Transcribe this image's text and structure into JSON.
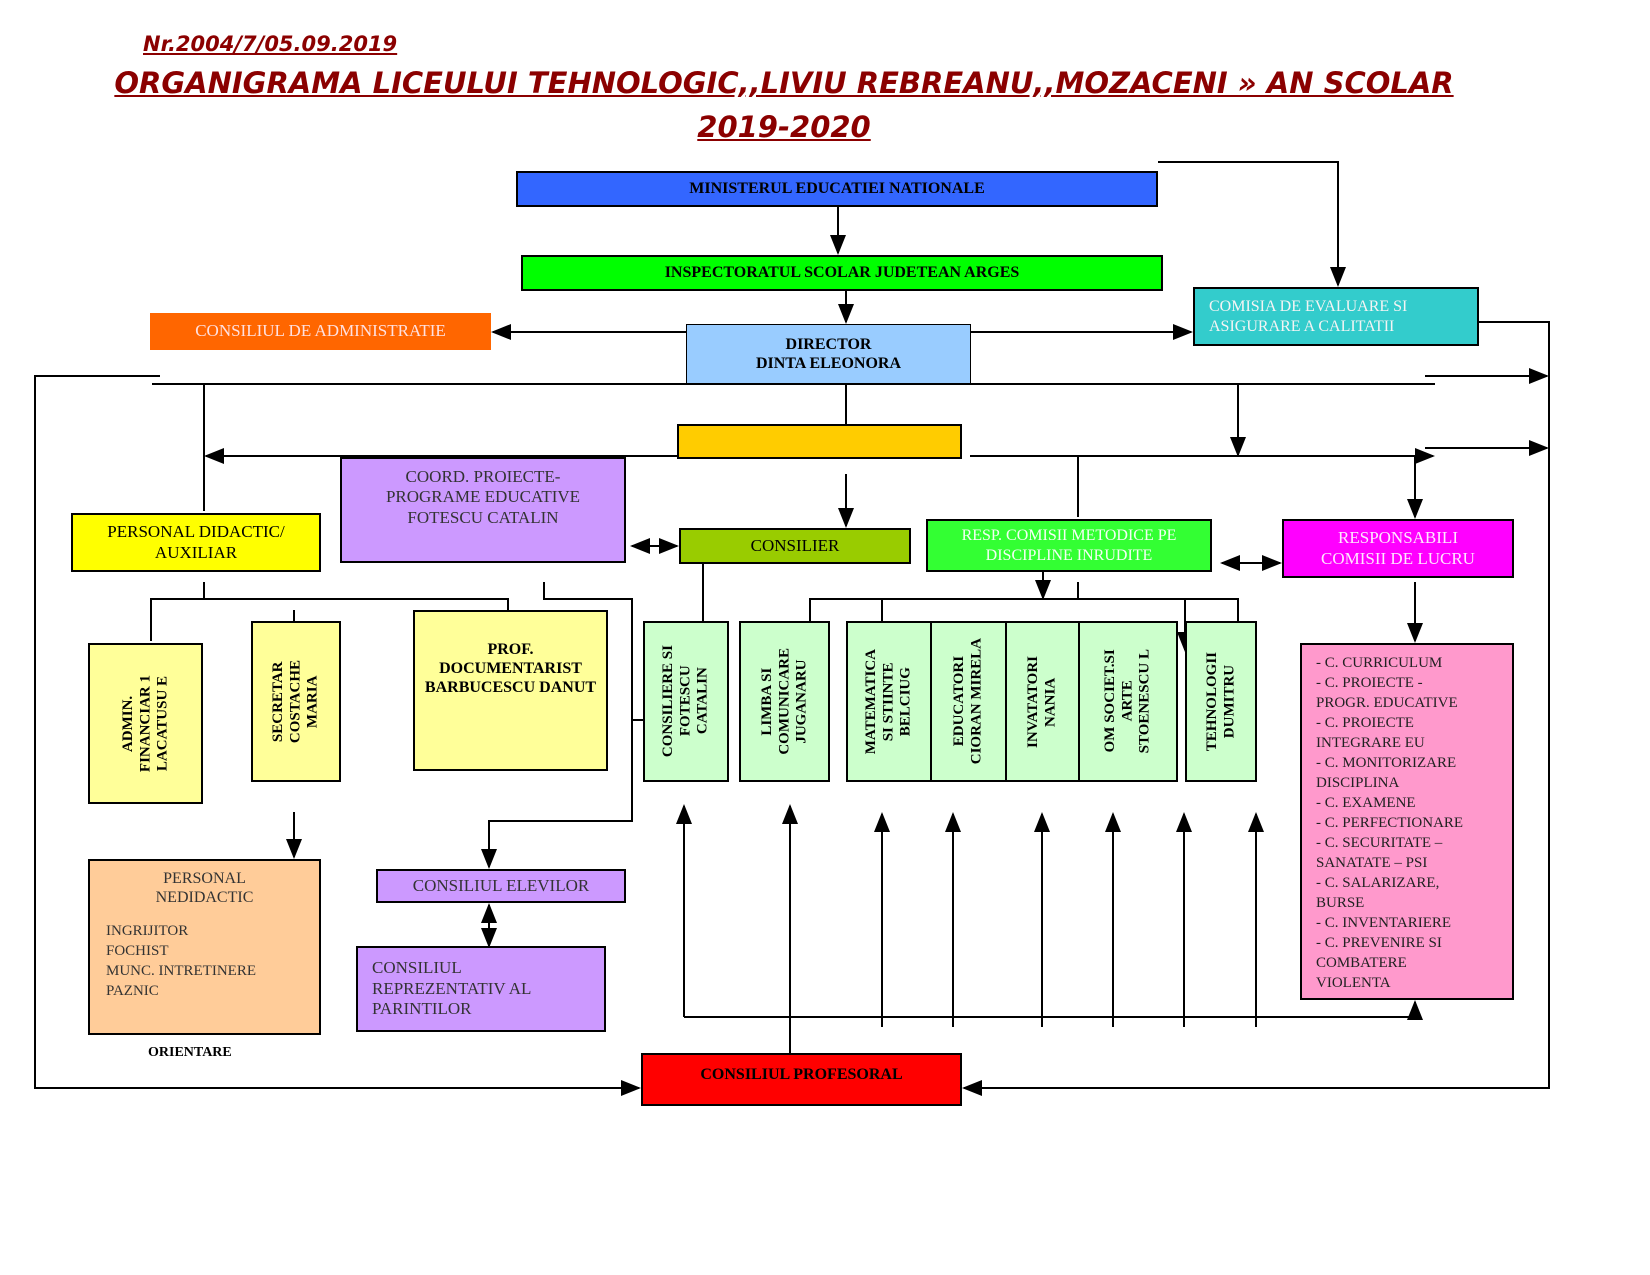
{
  "header": {
    "number": "Nr.2004/7/05.09.2019",
    "title_line1": "ORGANIGRAMA LICEULUI TEHNOLOGIC,,LIVIU REBREANU,,MOZACENI » AN SCOLAR",
    "title_line2": "2019-2020"
  },
  "boxes": {
    "ministerul": "MINISTERUL EDUCATIEI NATIONALE",
    "inspectoratul": "INSPECTORATUL SCOLAR JUDETEAN ARGES",
    "consiliul_admin": "CONSILIUL DE ADMINISTRATIE",
    "director_title": "DIRECTOR",
    "director_name": "DINTA ELEONORA",
    "comisia": "COMISIA DE EVALUARE SI ASIGURARE A CALITATII",
    "coord": "COORD. PROIECTE-PROGRAME EDUCATIVE FOTESCU CATALIN",
    "personal_didactic": "PERSONAL DIDACTIC/ AUXILIAR",
    "consilier": "CONSILIER",
    "resp_metodice": "RESP. COMISII METODICE PE DISCIPLINE INRUDITE",
    "responsabili": "RESPONSABILI COMISII DE LUCRU",
    "admin": "ADMIN.\nFINANCIAR 1\nLACATUSU E",
    "secretar": "SECRETAR\nCOSTACHE\nMARIA",
    "prof_doc": "PROF. DOCUMENTARIST BARBUCESCU DANUT",
    "nedidactic_title": "PERSONAL NEDIDACTIC",
    "nedidactic_items": [
      "INGRIJITOR",
      "FOCHIST",
      "MUNC. INTRETINERE",
      "PAZNIC"
    ],
    "orientare": "ORIENTARE",
    "elevilor": "CONSILIUL ELEVILOR",
    "parinti": "CONSILIUL REPREZENTATIV AL PARINTILOR",
    "profesoral": "CONSILIUL PROFESORAL"
  },
  "commissions": [
    "CONSILIERE SI\nFOTESCU\nCATALIN",
    "LIMBA SI\nCOMUNICARE\nJUGANARU",
    "MATEMATICA\nSI STIINTE\nBELCIUG",
    "EDUCATORI\nCIORAN MIRELA",
    "INVATATORI\nNANIA",
    "OM SOCIET.SI\nARTE\nSTOENESCU L",
    "TEHNOLOGII\nDUMITRU"
  ],
  "work_commissions": [
    "- C.  CURRICULUM",
    "- C.  PROIECTE -",
    "PROGR.  EDUCATIVE",
    "- C.  PROIECTE",
    "INTEGRARE EU",
    "- C. MONITORIZARE",
    "DISCIPLINA",
    "- C. EXAMENE",
    "- C.  PERFECTIONARE",
    "- C. SECURITATE –",
    "SANATATE – PSI",
    "- C. SALARIZARE,",
    "BURSE",
    "- C. INVENTARIERE",
    "- C.  PREVENIRE SI",
    "COMBATERE",
    "VIOLENTA"
  ],
  "colors": {
    "title": "#8b0000",
    "ministerul": "#3366ff",
    "inspectoratul": "#00ff00",
    "admin_council": "#ff6600",
    "director": "#99ccff",
    "comisia": "#33cccc",
    "empty": "#ffcc00",
    "purple": "#cc99ff",
    "yellow": "#ffff00",
    "consilier": "#99cc00",
    "metodice": "#33ff33",
    "responsabili": "#ff00ff",
    "light_yellow": "#ffff99",
    "light_green": "#ccffcc",
    "pink": "#ff99cc",
    "peach": "#ffcc99",
    "red": "#ff0000"
  }
}
